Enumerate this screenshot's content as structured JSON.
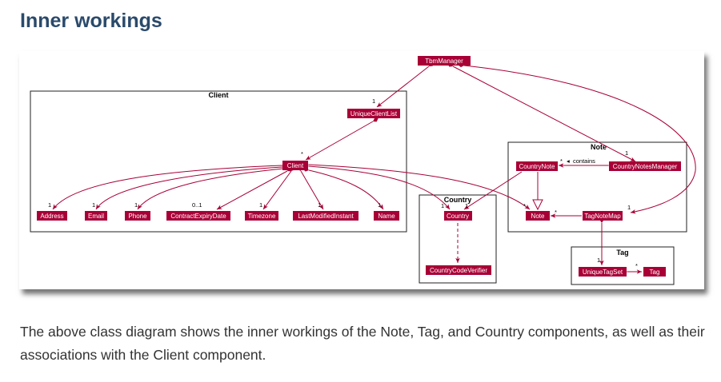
{
  "page": {
    "heading": "Inner workings",
    "caption": "The above class diagram shows the inner workings of the Note, Tag, and Country components, as well as their associations with the Client component."
  },
  "diagram": {
    "accent_color": "#a80036",
    "packages": {
      "client": "Client",
      "country": "Country",
      "note": "Note",
      "tag": "Tag"
    },
    "classes": {
      "tbm_manager": "TbmManager",
      "unique_client_list": "UniqueClientList",
      "client": "Client",
      "address": "Address",
      "email": "Email",
      "phone": "Phone",
      "contract_expiry_date": "ContractExpiryDate",
      "timezone": "Timezone",
      "last_modified_instant": "LastModifiedInstant",
      "name": "Name",
      "country": "Country",
      "country_code_verifier": "CountryCodeVerifier",
      "country_note": "CountryNote",
      "country_notes_manager": "CountryNotesManager",
      "note": "Note",
      "tag_note_map": "TagNoteMap",
      "unique_tag_set": "UniqueTagSet",
      "tag": "Tag"
    },
    "labels": {
      "contains": "contains",
      "one": "1",
      "many": "*",
      "zero_one": "0..1"
    }
  }
}
